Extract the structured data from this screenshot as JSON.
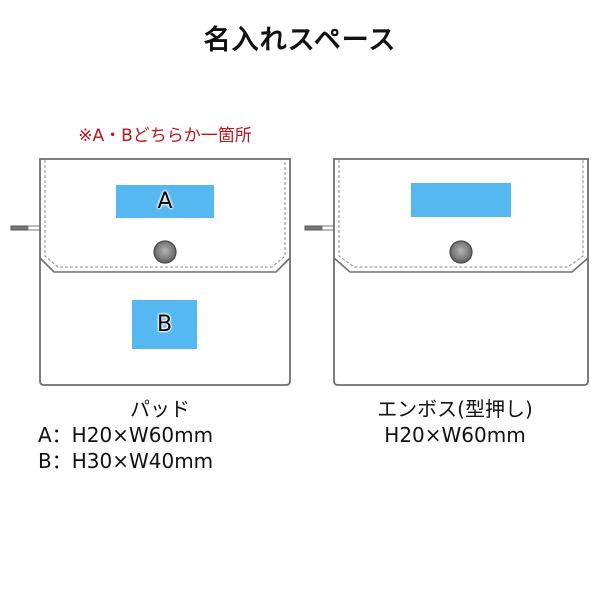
{
  "title": "名入れスペース",
  "note": "※A・Bどちらか一箇所",
  "pad_pouch": {
    "area_a_label": "A",
    "area_b_label": "B",
    "caption_title": "パッド",
    "caption_lines": [
      "A：H20×W60mm",
      "B：H30×W40mm"
    ]
  },
  "emboss_pouch": {
    "caption_title": "エンボス(型押し)",
    "caption_lines": [
      "H20×W60mm"
    ]
  },
  "colors": {
    "imprint_area": "#55b8f0",
    "note_text": "#c0141a",
    "outline": "#6e6e6e",
    "button": "#7a7a7a"
  }
}
